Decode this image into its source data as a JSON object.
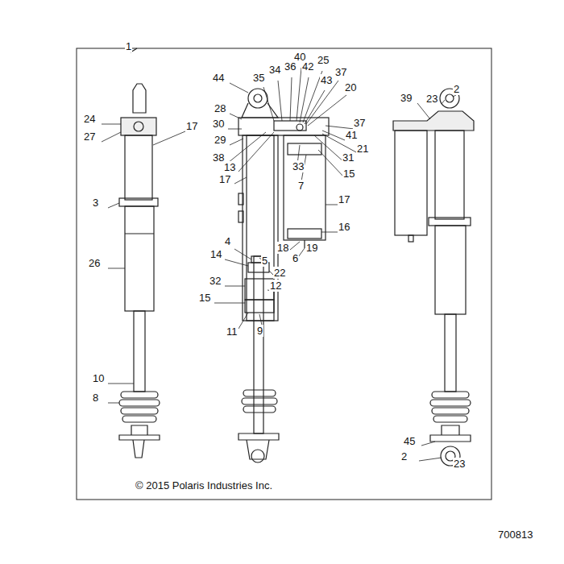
{
  "diagram": {
    "labels": [
      "1",
      "44",
      "35",
      "34",
      "36",
      "40",
      "42",
      "25",
      "37",
      "43",
      "20",
      "39",
      "23",
      "2",
      "24",
      "28",
      "37",
      "17",
      "30",
      "41",
      "27",
      "29",
      "21",
      "38",
      "31",
      "13",
      "33",
      "15",
      "17",
      "7",
      "17",
      "3",
      "16",
      "4",
      "18",
      "19",
      "6",
      "5",
      "14",
      "22",
      "26",
      "32",
      "12",
      "15",
      "11",
      "9",
      "10",
      "8",
      "45",
      "2",
      "23",
      "© 2015 Polaris Industries Inc.",
      "700813"
    ]
  }
}
